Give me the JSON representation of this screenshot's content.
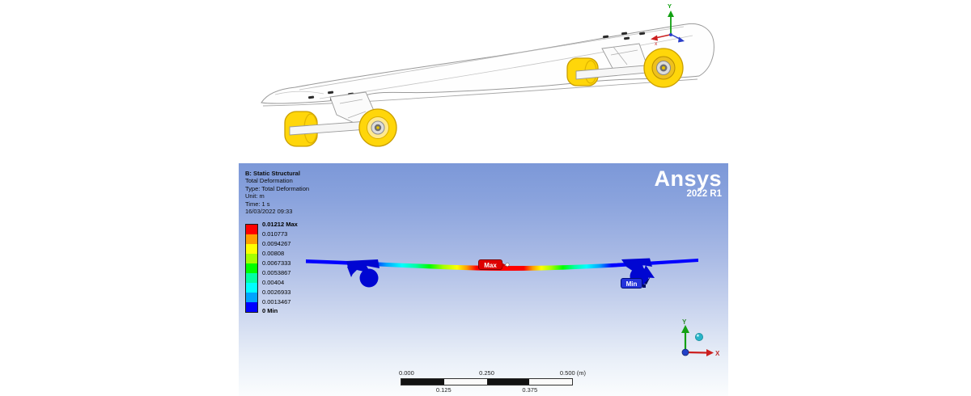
{
  "cad_view": {
    "description": "Longboard skateboard CAD model, isometric view",
    "wheel_color": "#FFD60A",
    "triad": {
      "x_label": "x",
      "y_label": "Y"
    }
  },
  "ansys": {
    "result_info": {
      "lines": [
        "B: Static Structural",
        "Total Deformation",
        "Type: Total Deformation",
        "Unit: m",
        "Time: 1 s",
        "16/03/2022 09:33"
      ]
    },
    "logo": {
      "brand": "Ansys",
      "version": "2022 R1"
    },
    "legend": {
      "entries": [
        "0.01212 Max",
        "0.010773",
        "0.0094267",
        "0.00808",
        "0.0067333",
        "0.0053867",
        "0.00404",
        "0.0026933",
        "0.0013467",
        "0 Min"
      ],
      "band_colors": [
        "#FF0000",
        "#FF9E00",
        "#FFFF00",
        "#A4FF00",
        "#00FF00",
        "#00FFA4",
        "#00FFFF",
        "#00A4FF",
        "#0000FF"
      ]
    },
    "annotations": {
      "max_label": "Max",
      "min_label": "Min",
      "max_color": "#DE0000",
      "min_color": "#2433DB"
    },
    "model_color": "#0006D2",
    "scale_bar": {
      "top_labels": [
        "0.000",
        "0.250",
        "0.500 (m)"
      ],
      "bottom_labels": [
        "0.125",
        "0.375"
      ]
    },
    "triad": {
      "x_label": "X",
      "y_label": "Y"
    }
  }
}
